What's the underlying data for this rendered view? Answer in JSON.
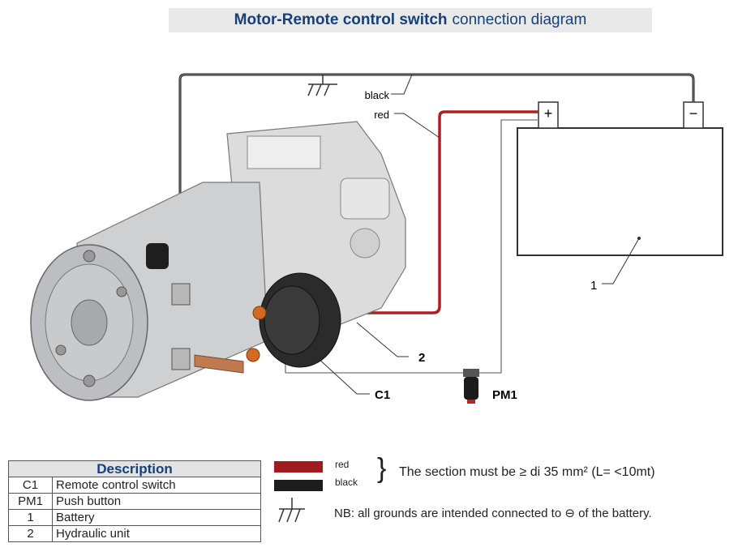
{
  "title": {
    "bold": "Motor-Remote control switch",
    "rest": "connection diagram"
  },
  "labels": {
    "black": "black",
    "red": "red",
    "plus": "+",
    "minus": "−",
    "battery_no": "1",
    "hydraulic_no": "2",
    "c1": "C1",
    "pm1": "PM1"
  },
  "table": {
    "header": "Description",
    "rows": [
      {
        "code": "C1",
        "desc": "Remote control switch"
      },
      {
        "code": "PM1",
        "desc": "Push button"
      },
      {
        "code": "1",
        "desc": "Battery"
      },
      {
        "code": "2",
        "desc": "Hydraulic unit"
      }
    ]
  },
  "legend": {
    "red_label": "red",
    "black_label": "black",
    "section_text": "The section must be ≥ di 35 mm² (L= <10mt)",
    "note_text": "NB: all grounds are intended connected to ⊖ of the battery."
  },
  "colors": {
    "red_wire": "#b01e22",
    "black_wire": "#222222",
    "title": "#15407a"
  }
}
